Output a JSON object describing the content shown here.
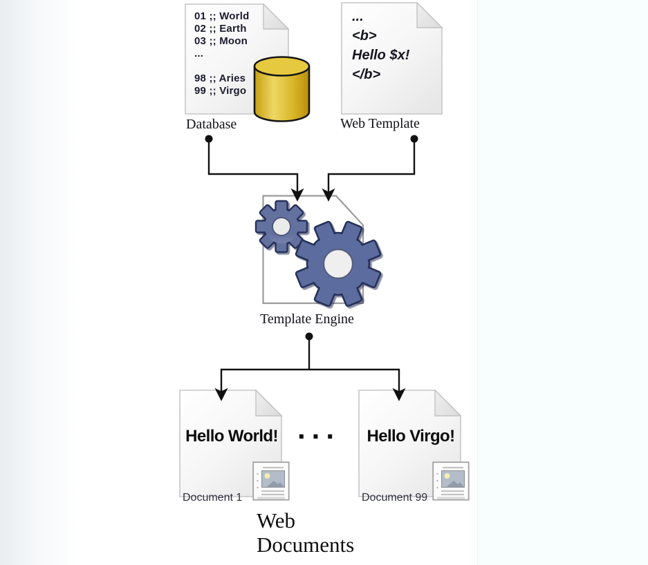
{
  "database": {
    "label": "Database",
    "lines": [
      "01 ;; World",
      "02 ;; Earth",
      "03 ;; Moon",
      "...",
      "98 ;; Aries",
      "99 ;; Virgo"
    ]
  },
  "web_template": {
    "label": "Web Template",
    "lines": [
      "...",
      "<b>",
      "Hello $x!",
      "</b>"
    ]
  },
  "template_engine": {
    "label": "Template Engine"
  },
  "outputs": {
    "left_doc": {
      "text": "Hello World!",
      "label": "Document 1"
    },
    "right_doc": {
      "text": "Hello Virgo!",
      "label": "Document 99"
    },
    "ellipsis": "...",
    "group_label_lines": [
      "Web",
      "Documents"
    ]
  },
  "colors": {
    "arrow": "#111111",
    "paper_border": "#c6c6c6",
    "engine_outline": "#9b9b9b",
    "cylinder_gold": "#dcb52a",
    "gear_dark": "#5d6c9e",
    "gear_light": "#cbc5e2",
    "gear_outline": "#26305a"
  }
}
